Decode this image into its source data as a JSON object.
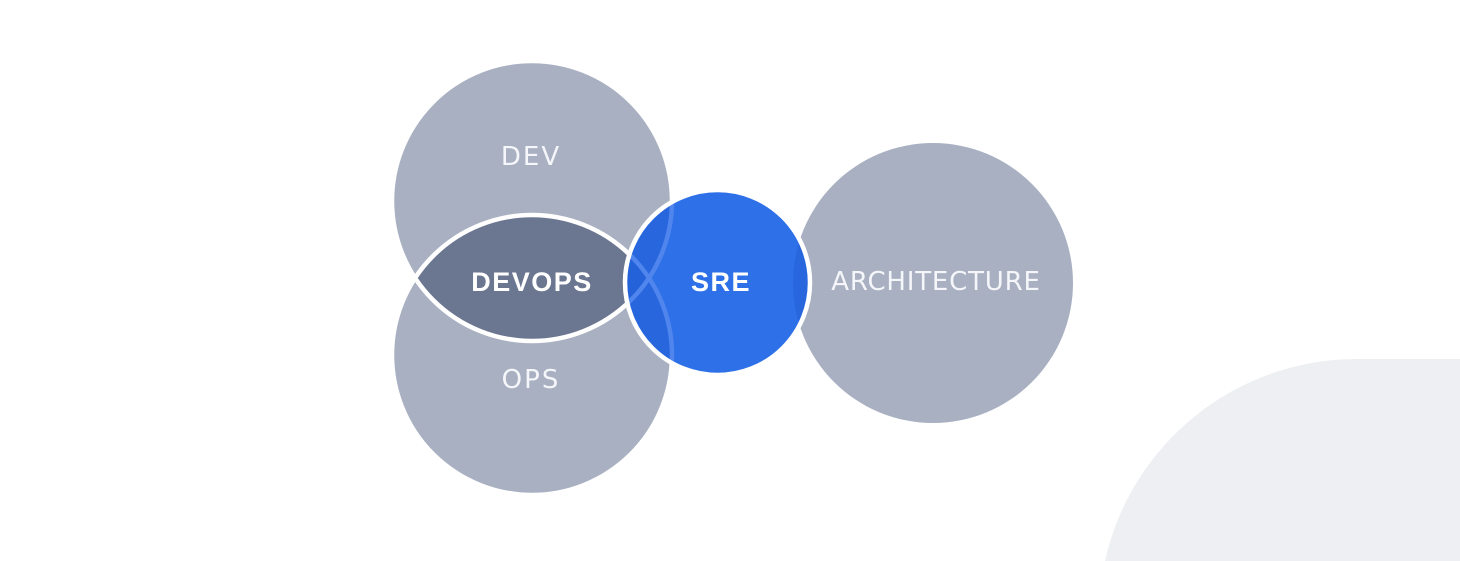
{
  "diagram": {
    "title": "devops-sre-architecture-venn",
    "labels": {
      "dev": "DEV",
      "ops": "OPS",
      "devops": "DEVOPS",
      "sre": "SRE",
      "architecture": "ARCHITECTURE"
    }
  },
  "colors": {
    "background": "#ffffff",
    "circle_gray": "#a9b0c2",
    "devops_overlap": "#6b7690",
    "sre_blue": "#2e70e7",
    "sre_over_gray": "#2866de",
    "devops_over_blue": "#2462d9",
    "arc_over_blue": "#4f85ec",
    "outline": "#ffffff",
    "corner_shape": "#edeff2",
    "label_on_gray": "#f4f6f9",
    "label_on_dark": "#ffffff"
  }
}
